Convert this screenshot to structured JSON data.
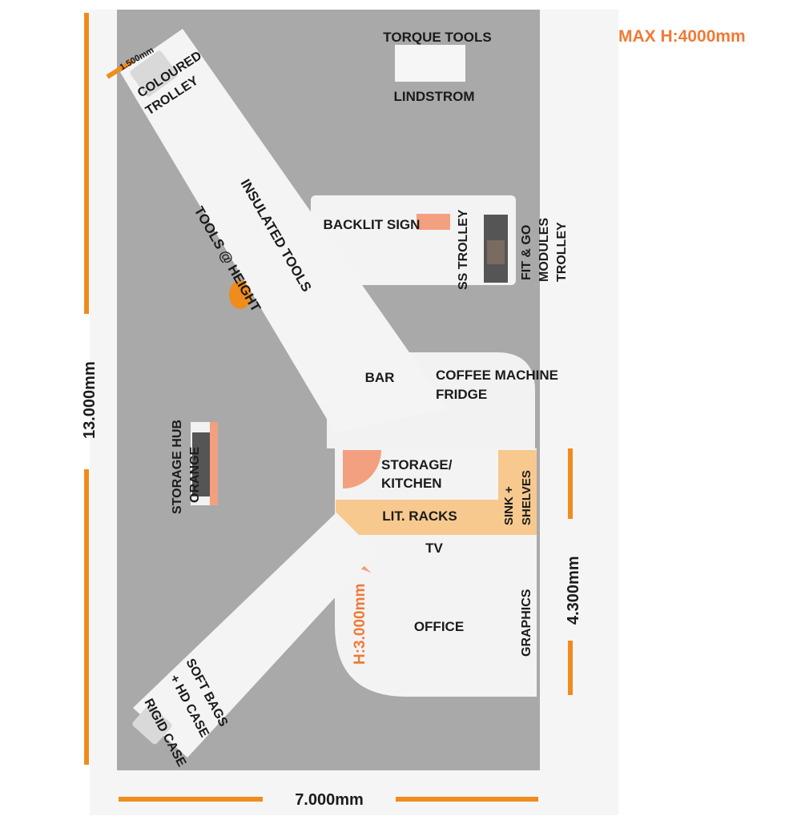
{
  "max_height_note": "MAX H:4000mm",
  "dimensions": {
    "total_depth": "13.000mm",
    "total_width": "7.000mm",
    "office_depth": "4.300mm",
    "trolley_width": "1.500mm",
    "office_height": "H:3.000mm"
  },
  "labels": {
    "torque_tools": "TORQUE TOOLS",
    "lindstrom": "LINDSTROM",
    "coloured": "COLOURED",
    "trolley": "TROLLEY",
    "insulated_tools": "INSULATED TOOLS",
    "tools_at_height": "TOOLS @ HEIGHT",
    "backlit_sign": "BACKLIT SIGN",
    "ss_trolley": "SS TROLLEY",
    "fit_go_1": "FIT & GO",
    "fit_go_2": "MODULES",
    "fit_go_3": "TROLLEY",
    "bar": "BAR",
    "coffee_machine": "COFFEE MACHINE",
    "fridge": "FRIDGE",
    "storage_hub": "STORAGE HUB",
    "orange": "ORANGE",
    "storage_kitchen_1": "STORAGE/",
    "storage_kitchen_2": "KITCHEN",
    "sink_1": "SINK +",
    "sink_2": "SHELVES",
    "lit_racks": "LIT. RACKS",
    "tv": "TV",
    "office": "OFFICE",
    "graphics": "GRAPHICS",
    "soft_bags_1": "SOFT BAGS",
    "soft_bags_2": "+ HD CASE",
    "rigid_case": "RIGID CASE"
  },
  "colors": {
    "floor": "#a9a9a9",
    "structure": "#f4f4f4",
    "accent_orange": "#f08c1e",
    "light_orange": "#f7c98f",
    "salmon": "#f2a07f",
    "text": "#1b1b1b"
  }
}
